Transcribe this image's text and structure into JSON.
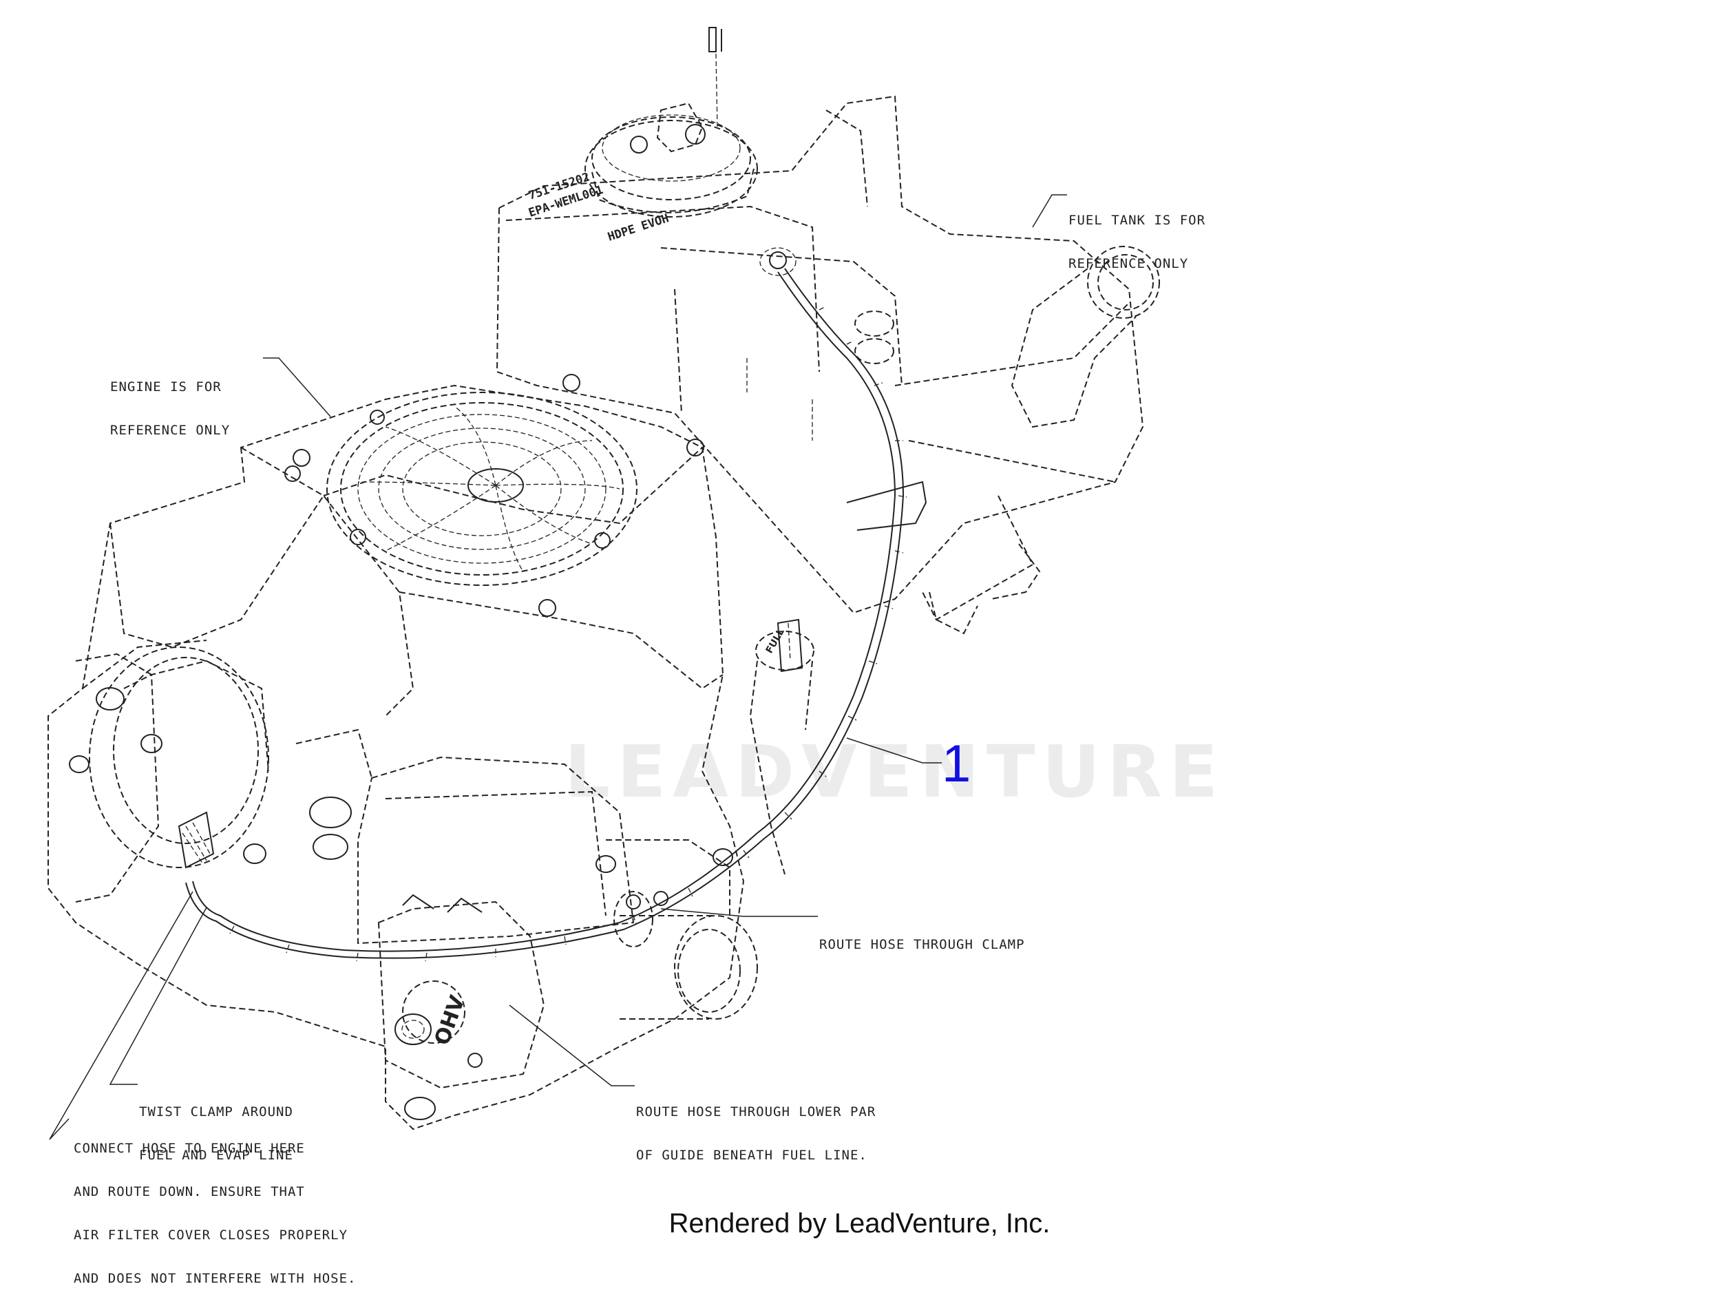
{
  "diagram": {
    "notes": {
      "fuel_tank": [
        "FUEL TANK IS FOR",
        "REFERENCE ONLY"
      ],
      "engine": [
        "ENGINE IS FOR",
        "REFERENCE ONLY"
      ],
      "route_clamp": [
        "ROUTE HOSE THROUGH CLAMP"
      ],
      "twist_clamp": [
        "TWIST CLAMP AROUND",
        "FUEL AND EVAP LINE"
      ],
      "connect_hose": [
        "CONNECT HOSE TO ENGINE HERE",
        "AND ROUTE DOWN. ENSURE THAT",
        "AIR FILTER COVER CLOSES PROPERLY",
        "AND DOES NOT INTERFERE WITH HOSE."
      ],
      "route_lower": [
        "ROUTE HOSE THROUGH LOWER PAR",
        "OF GUIDE BENEATH FUEL LINE."
      ]
    },
    "callout": "1",
    "tank_label": [
      "751-15202",
      "EPA-WEML001",
      "HDPE EVOH"
    ],
    "engine_label": "OHV",
    "dipstick_label": "FULL",
    "watermark": "LEADVENTURE",
    "footer": "Rendered by LeadVenture, Inc."
  }
}
